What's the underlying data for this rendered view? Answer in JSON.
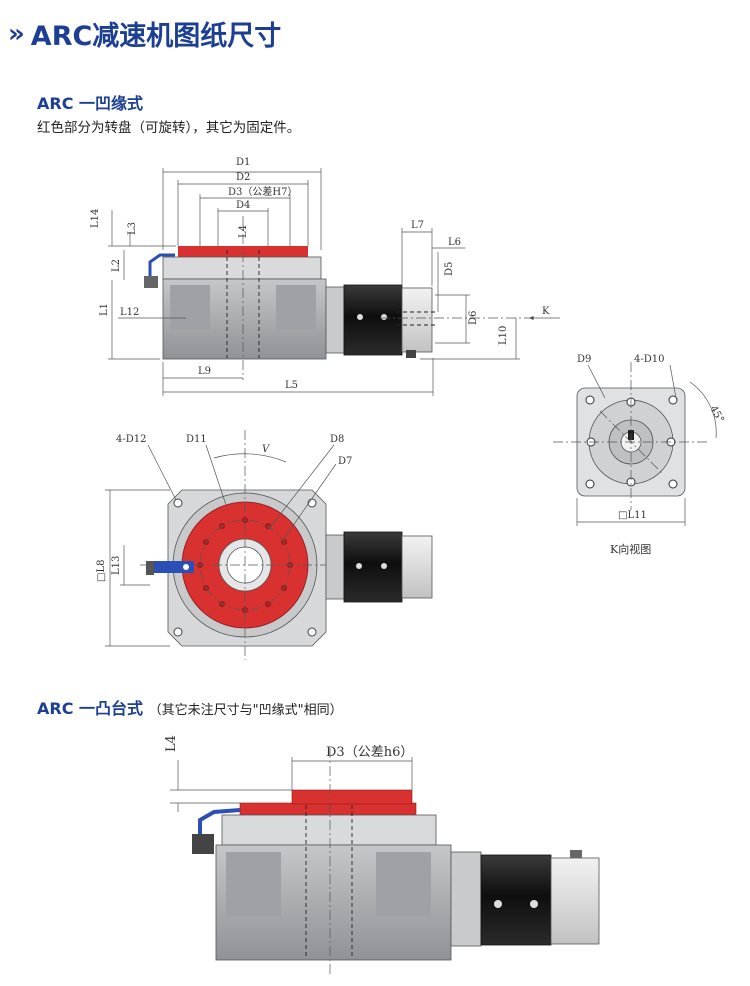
{
  "header": {
    "chevron": "»",
    "title": "ARC减速机图纸尺寸"
  },
  "sections": [
    {
      "title": "ARC 一凹缘式",
      "note": ""
    },
    {
      "title": "ARC 一凸台式",
      "note": "（其它未注尺寸与\"凹缘式\"相同）"
    }
  ],
  "description": "红色部分为转盘（可旋转），其它为固定件。",
  "dimensions": {
    "D1": "D1",
    "D2": "D2",
    "D3": "D3（公差H7）",
    "D4": "D4",
    "D5": "D5",
    "D6": "D6",
    "D7": "D7",
    "D8": "D8",
    "D9": "D9",
    "D10": "4-D10",
    "D11": "D11",
    "D12": "4-D12",
    "L1": "L1",
    "L2": "L2",
    "L3": "L3",
    "L4": "L4",
    "L5": "L5",
    "L6": "L6",
    "L7": "L7",
    "L8": "□L8",
    "L9": "L9",
    "L10": "L10",
    "L11": "□L11",
    "L12": "L12",
    "L13": "L13",
    "L14": "L14",
    "V": "V",
    "angle45": "45°",
    "K": "K",
    "D3_boss": "D3（公差h6）",
    "L4_boss": "L4"
  },
  "labels": {
    "k_view": "K向视图"
  },
  "colors": {
    "brand": "#1d3f93",
    "turntable": "#d93030",
    "body": "#a7a9ad",
    "motor": "#1b1b1b"
  }
}
